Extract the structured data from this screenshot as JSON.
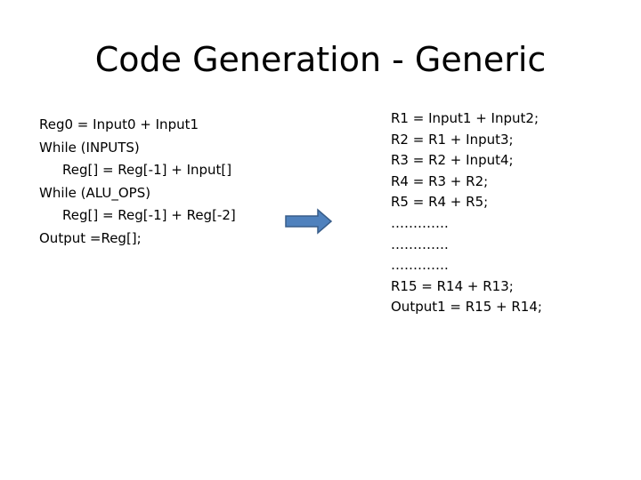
{
  "slide": {
    "title": "Code Generation - Generic",
    "left_code": [
      "Reg0 = Input0 + Input1",
      "While (INPUTS)",
      "Reg[] = Reg[-1] + Input[]",
      "While (ALU_OPS)",
      "Reg[] = Reg[-1] + Reg[-2]",
      "Output =Reg[];"
    ],
    "arrow_icon": "right-arrow-icon",
    "arrow_color": "#4F81BD",
    "arrow_border_color": "#385D8A",
    "right_code": [
      "R1 = Input1 + Input2;",
      "R2 = R1 + Input3;",
      "R3 = R2 + Input4;",
      "R4 = R3 + R2;",
      "R5 = R4 + R5;",
      "………….",
      "………….",
      "………….",
      "R15 = R14 + R13;",
      "Output1 = R15 + R14;"
    ]
  }
}
